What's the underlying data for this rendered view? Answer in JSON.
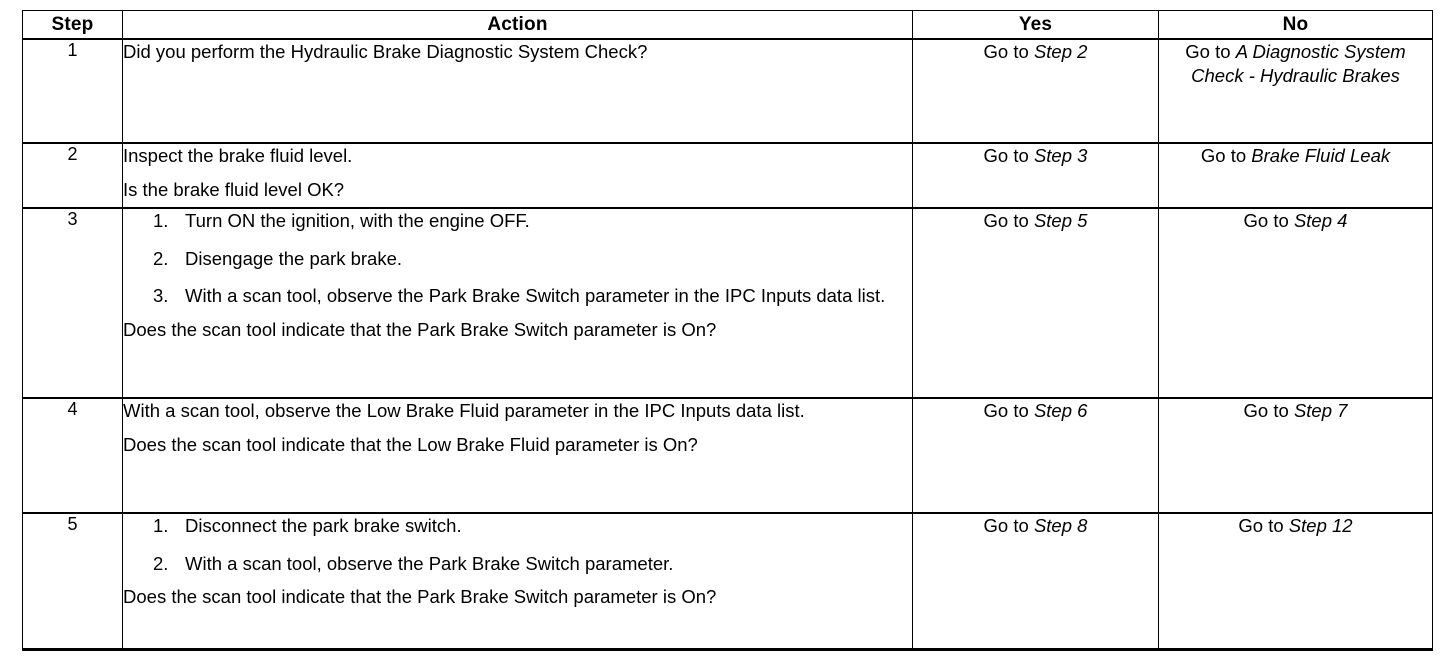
{
  "table": {
    "name": "hydraulic-brake-diagnostic-table",
    "columns": [
      {
        "key": "step",
        "label": "Step"
      },
      {
        "key": "action",
        "label": "Action"
      },
      {
        "key": "yes",
        "label": "Yes"
      },
      {
        "key": "no",
        "label": "No"
      }
    ],
    "rows": [
      {
        "step": "1",
        "action": {
          "paragraphs": [
            "Did you perform the Hydraulic Brake Diagnostic System Check?"
          ],
          "list": [],
          "question": ""
        },
        "yes": {
          "prefix": "Go to ",
          "ref": "Step 2"
        },
        "no": {
          "prefix": "Go to ",
          "ref": "A Diagnostic System Check - Hydraulic Brakes"
        }
      },
      {
        "step": "2",
        "action": {
          "paragraphs": [
            "Inspect the brake fluid level."
          ],
          "list": [],
          "question": "Is the brake fluid level OK?"
        },
        "yes": {
          "prefix": "Go to ",
          "ref": "Step 3"
        },
        "no": {
          "prefix": "Go to ",
          "ref": "Brake Fluid Leak"
        }
      },
      {
        "step": "3",
        "action": {
          "paragraphs": [],
          "list": [
            {
              "num": "1.",
              "text": "Turn ON the ignition, with the engine OFF."
            },
            {
              "num": "2.",
              "text": "Disengage the park brake."
            },
            {
              "num": "3.",
              "text": "With a scan tool, observe the Park Brake Switch parameter in the IPC Inputs data list."
            }
          ],
          "question": "Does the scan tool indicate that the Park Brake Switch parameter is On?"
        },
        "yes": {
          "prefix": "Go to ",
          "ref": "Step 5"
        },
        "no": {
          "prefix": "Go to ",
          "ref": "Step 4"
        }
      },
      {
        "step": "4",
        "action": {
          "paragraphs": [
            "With a scan tool, observe the Low Brake Fluid parameter in the IPC Inputs data list."
          ],
          "list": [],
          "question": "Does the scan tool indicate that the Low Brake Fluid parameter is On?"
        },
        "yes": {
          "prefix": "Go to ",
          "ref": "Step 6"
        },
        "no": {
          "prefix": "Go to ",
          "ref": "Step 7"
        }
      },
      {
        "step": "5",
        "action": {
          "paragraphs": [],
          "list": [
            {
              "num": "1.",
              "text": "Disconnect the park brake switch."
            },
            {
              "num": "2.",
              "text": "With a scan tool, observe the Park Brake Switch parameter."
            }
          ],
          "question": "Does the scan tool indicate that the Park Brake Switch parameter is On?"
        },
        "yes": {
          "prefix": "Go to ",
          "ref": "Step 8"
        },
        "no": {
          "prefix": "Go to ",
          "ref": "Step 12"
        }
      }
    ]
  },
  "colors": {
    "text": "#000000",
    "border": "#000000",
    "background": "#ffffff"
  }
}
